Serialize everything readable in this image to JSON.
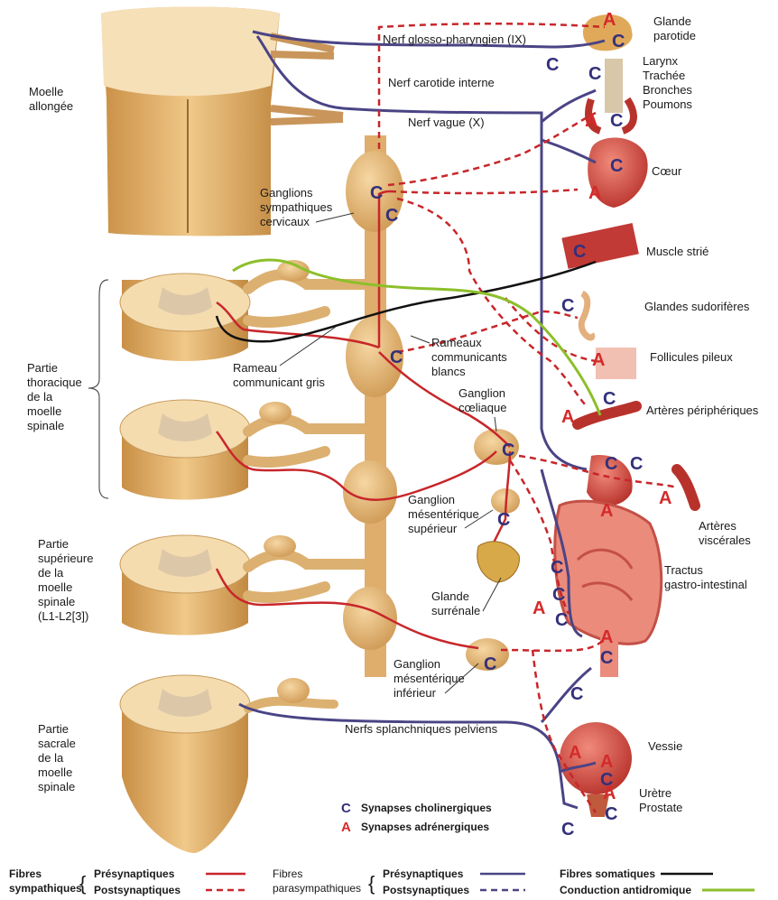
{
  "labels": {
    "moelle_allongee": [
      "Moelle",
      "allongée"
    ],
    "partie_thoracique": [
      "Partie",
      "thoracique",
      "de la",
      "moelle",
      "spinale"
    ],
    "partie_superieure": [
      "Partie",
      "supérieure",
      "de la",
      "moelle",
      "spinale",
      "(L1-L2[3])"
    ],
    "partie_sacrale": [
      "Partie",
      "sacrale",
      "de la",
      "moelle",
      "spinale"
    ],
    "ganglions_sympathiques": [
      "Ganglions",
      "sympathiques",
      "cervicaux"
    ],
    "rameau_gris": [
      "Rameau",
      "communicant gris"
    ],
    "rameaux_blancs": [
      "Rameaux",
      "communicants",
      "blancs"
    ],
    "ganglion_coeliaque": [
      "Ganglion",
      "cœliaque"
    ],
    "ganglion_mes_sup": [
      "Ganglion",
      "mésentérique",
      "supérieur"
    ],
    "glande_surrenale": [
      "Glande",
      "surrénale"
    ],
    "ganglion_mes_inf": [
      "Ganglion",
      "mésentérique",
      "inférieur"
    ],
    "nerf_glosso": "Nerf glosso-pharyngien (IX)",
    "nerf_carotide": "Nerf carotide interne",
    "nerf_vague": "Nerf vague (X)",
    "nerfs_splanchniques": "Nerfs splanchniques pelviens",
    "glande_parotide": [
      "Glande",
      "parotide"
    ],
    "larynx": [
      "Larynx",
      "Trachée",
      "Bronches",
      "Poumons"
    ],
    "coeur": "Cœur",
    "muscle_strie": "Muscle strié",
    "glandes_sudoriferes": "Glandes sudorifères",
    "follicules_pileux": "Follicules pileux",
    "arteres_peripheriques": "Artères périphériques",
    "arteres_viscerales": [
      "Artères",
      "viscérales"
    ],
    "tractus": [
      "Tractus",
      "gastro-intestinal"
    ],
    "vessie": "Vessie",
    "uretre": "Urètre",
    "prostate": "Prostate"
  },
  "synapse_key": {
    "cholinergic_letter": "C",
    "cholinergic_label": "Synapses cholinergiques",
    "adrenergic_letter": "A",
    "adrenergic_label": "Synapses adrénergiques"
  },
  "legend": {
    "fibres_sympathiques": [
      "Fibres",
      "sympathiques"
    ],
    "fibres_parasympathiques": [
      "Fibres",
      "parasympathiques"
    ],
    "presynaptiques": "Présynaptiques",
    "postsynaptiques": "Postsynaptiques",
    "fibres_somatiques": "Fibres somatiques",
    "conduction_antidromique": "Conduction antidromique"
  },
  "colors": {
    "sympathetic": "#c8262a",
    "parasympathetic": "#4a4485",
    "somatic": "#111111",
    "antidromic": "#8cbf2a",
    "cholinergic": "#33307a",
    "adrenergic": "#d42a2a",
    "tissue": "#e6b877"
  }
}
